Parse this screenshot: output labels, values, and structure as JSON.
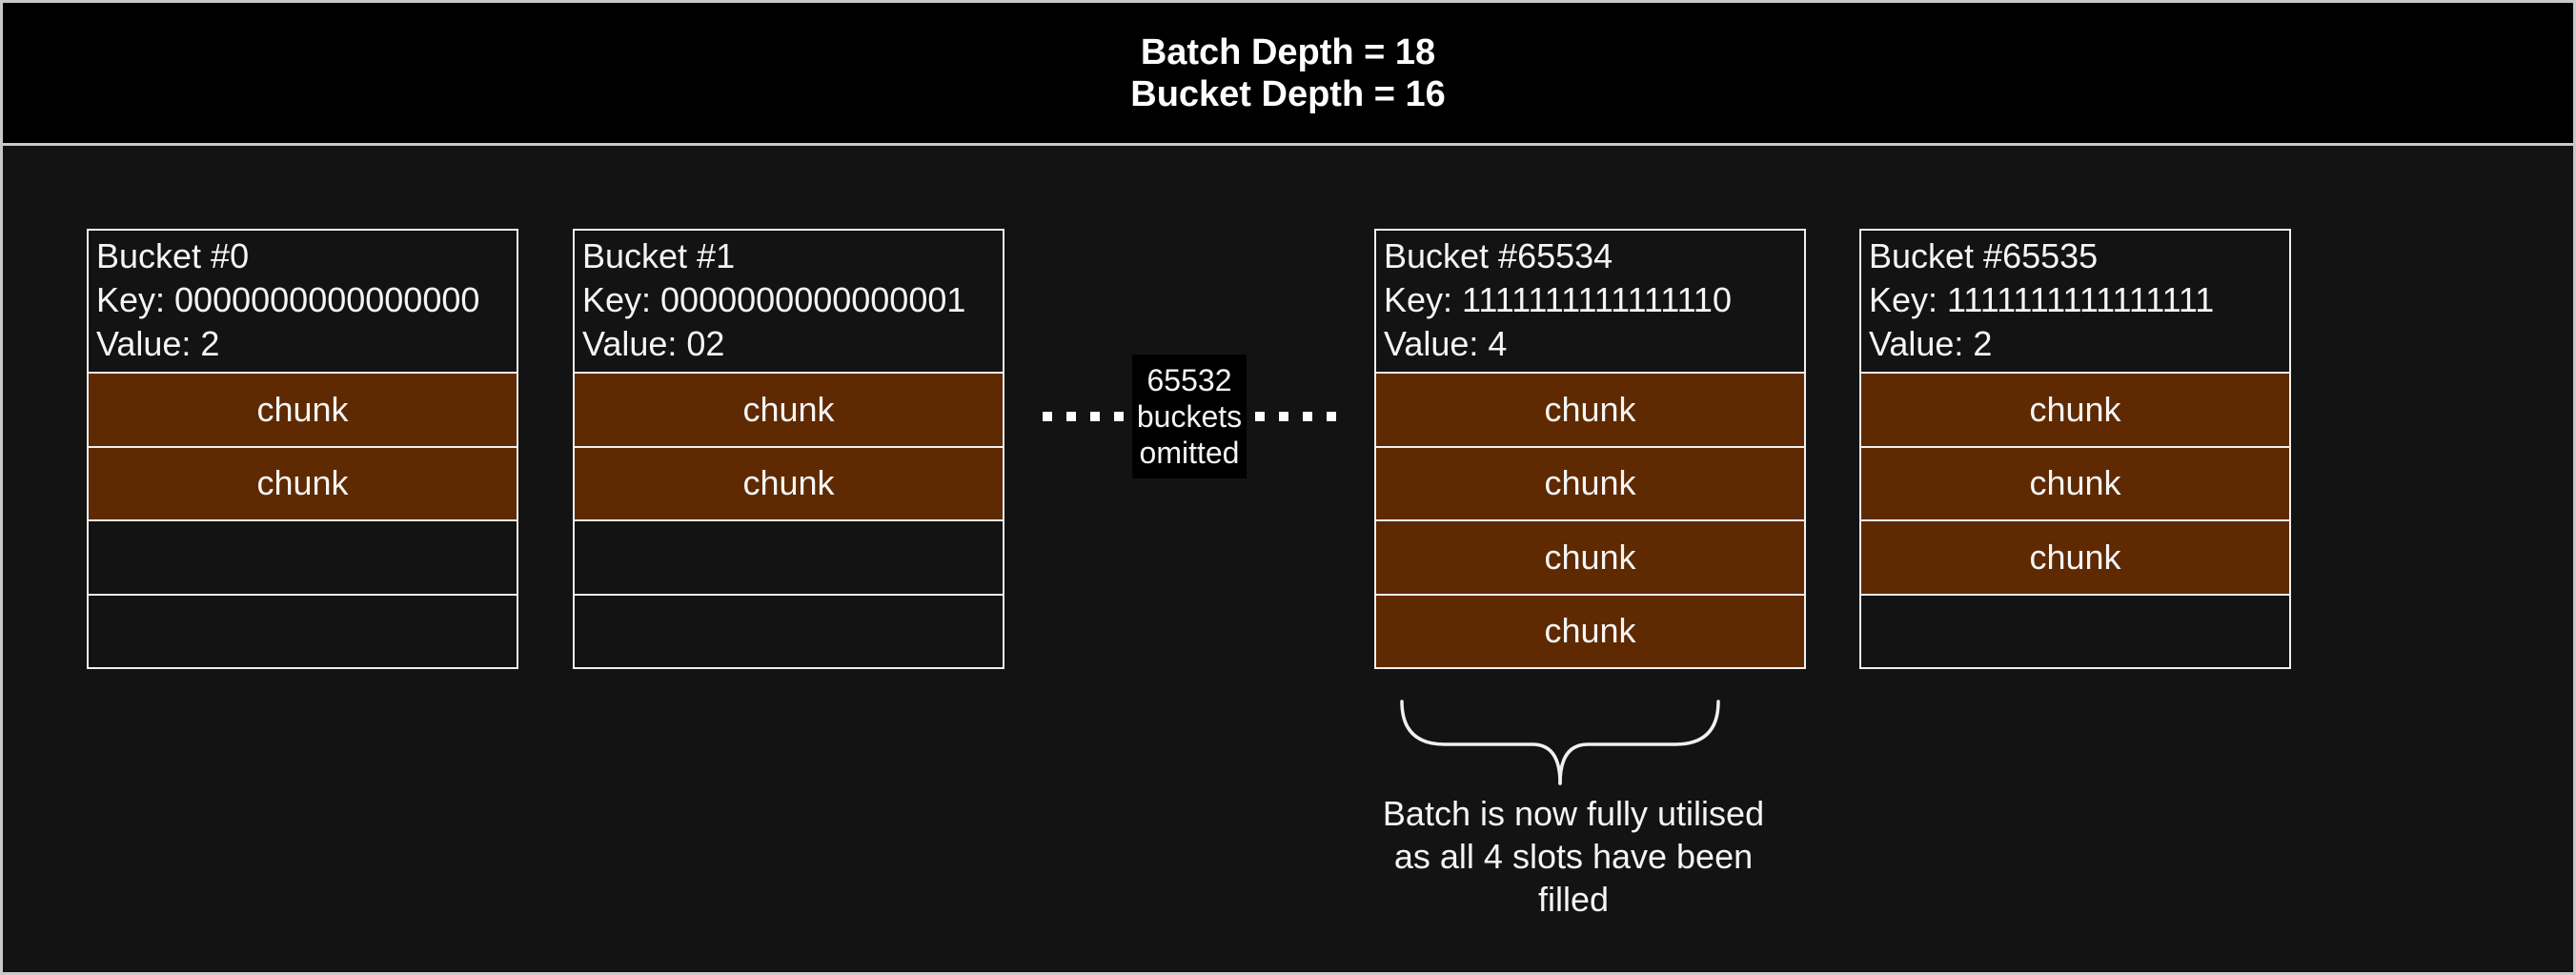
{
  "colors": {
    "background": "#131313",
    "panel_black": "#000000",
    "chunk_fill": "#5F2A02",
    "border_light": "#c9c9c9",
    "bucket_border": "#f0f0f0",
    "text": "#f5f5f5"
  },
  "titlebar": {
    "lines": [
      "Batch Depth = 18",
      "Bucket Depth = 16"
    ]
  },
  "buckets": [
    {
      "title": "Bucket #0",
      "key": "Key: 0000000000000000",
      "value": "Value: 2",
      "slots": [
        "chunk",
        "chunk",
        "",
        ""
      ]
    },
    {
      "title": "Bucket #1",
      "key": "Key: 0000000000000001",
      "value": "Value: 02",
      "slots": [
        "chunk",
        "chunk",
        "",
        ""
      ]
    },
    {
      "title": "Bucket #65534",
      "key": "Key: 1111111111111110",
      "value": "Value: 4",
      "slots": [
        "chunk",
        "chunk",
        "chunk",
        "chunk"
      ]
    },
    {
      "title": "Bucket #65535",
      "key": "Key: 1111111111111111",
      "value": "Value: 2",
      "slots": [
        "chunk",
        "chunk",
        "chunk",
        ""
      ]
    }
  ],
  "omitted": {
    "lines": [
      "65532",
      "buckets",
      "omitted"
    ]
  },
  "caption": {
    "lines": [
      "Batch is now fully utilised",
      "as all 4 slots have been",
      "filled"
    ]
  }
}
